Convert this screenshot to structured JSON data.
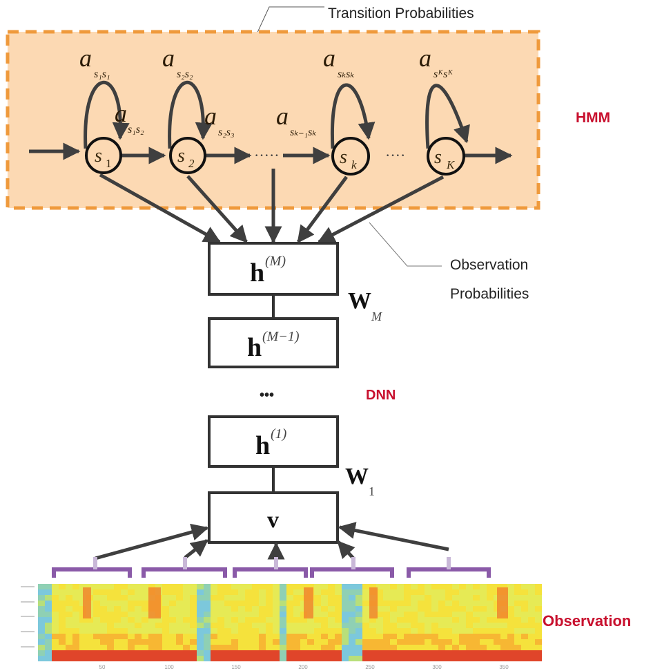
{
  "title": "HMM-DNN hybrid acoustic model",
  "colors": {
    "hmm_fill": "#fcd9b3",
    "hmm_border": "#ef9a3c",
    "arrow": "#3f3f3f",
    "label_red": "#c8102e",
    "bracket": "#8a5aa8"
  },
  "annotations": {
    "transition": "Transition Probabilities",
    "observation_prob_line1": "Observation",
    "observation_prob_line2": "Probabilities",
    "hmm": "HMM",
    "dnn": "DNN",
    "observation": "Observation"
  },
  "hmm": {
    "states": [
      {
        "id": "s1",
        "base": "s",
        "sub": "1",
        "self_loop": {
          "base": "a",
          "sub": "s₁s₁"
        },
        "next": {
          "base": "a",
          "sub": "s₁s₂"
        }
      },
      {
        "id": "s2",
        "base": "s",
        "sub": "2",
        "self_loop": {
          "base": "a",
          "sub": "s₂s₂"
        },
        "next": {
          "base": "a",
          "sub": "s₂s₃"
        }
      },
      {
        "id": "sk",
        "base": "s",
        "sub": "k",
        "self_loop": {
          "base": "a",
          "sub": "sₖsₖ"
        },
        "prev": {
          "base": "a",
          "sub": "sₖ₋₁sₖ"
        }
      },
      {
        "id": "sK",
        "base": "s",
        "sub": "K",
        "self_loop": {
          "base": "a",
          "sub": "sᴷsᴷ"
        }
      }
    ],
    "ellipsis_1": "·····",
    "ellipsis_2": "····"
  },
  "dnn": {
    "layers": [
      {
        "id": "hM",
        "base": "h",
        "sup": "(M)"
      },
      {
        "id": "hM-1",
        "base": "h",
        "sup": "(M−1)"
      },
      {
        "id": "h1",
        "base": "h",
        "sup": "(1)"
      },
      {
        "id": "v",
        "base": "v",
        "sup": ""
      }
    ],
    "ellipsis": "•••",
    "weights": [
      {
        "base": "W",
        "sub": "M"
      },
      {
        "base": "W",
        "sub": "1"
      }
    ]
  },
  "spectrogram": {
    "x_ticks": [
      "50",
      "100",
      "150",
      "200",
      "250",
      "300",
      "350"
    ],
    "window_count": 5
  }
}
